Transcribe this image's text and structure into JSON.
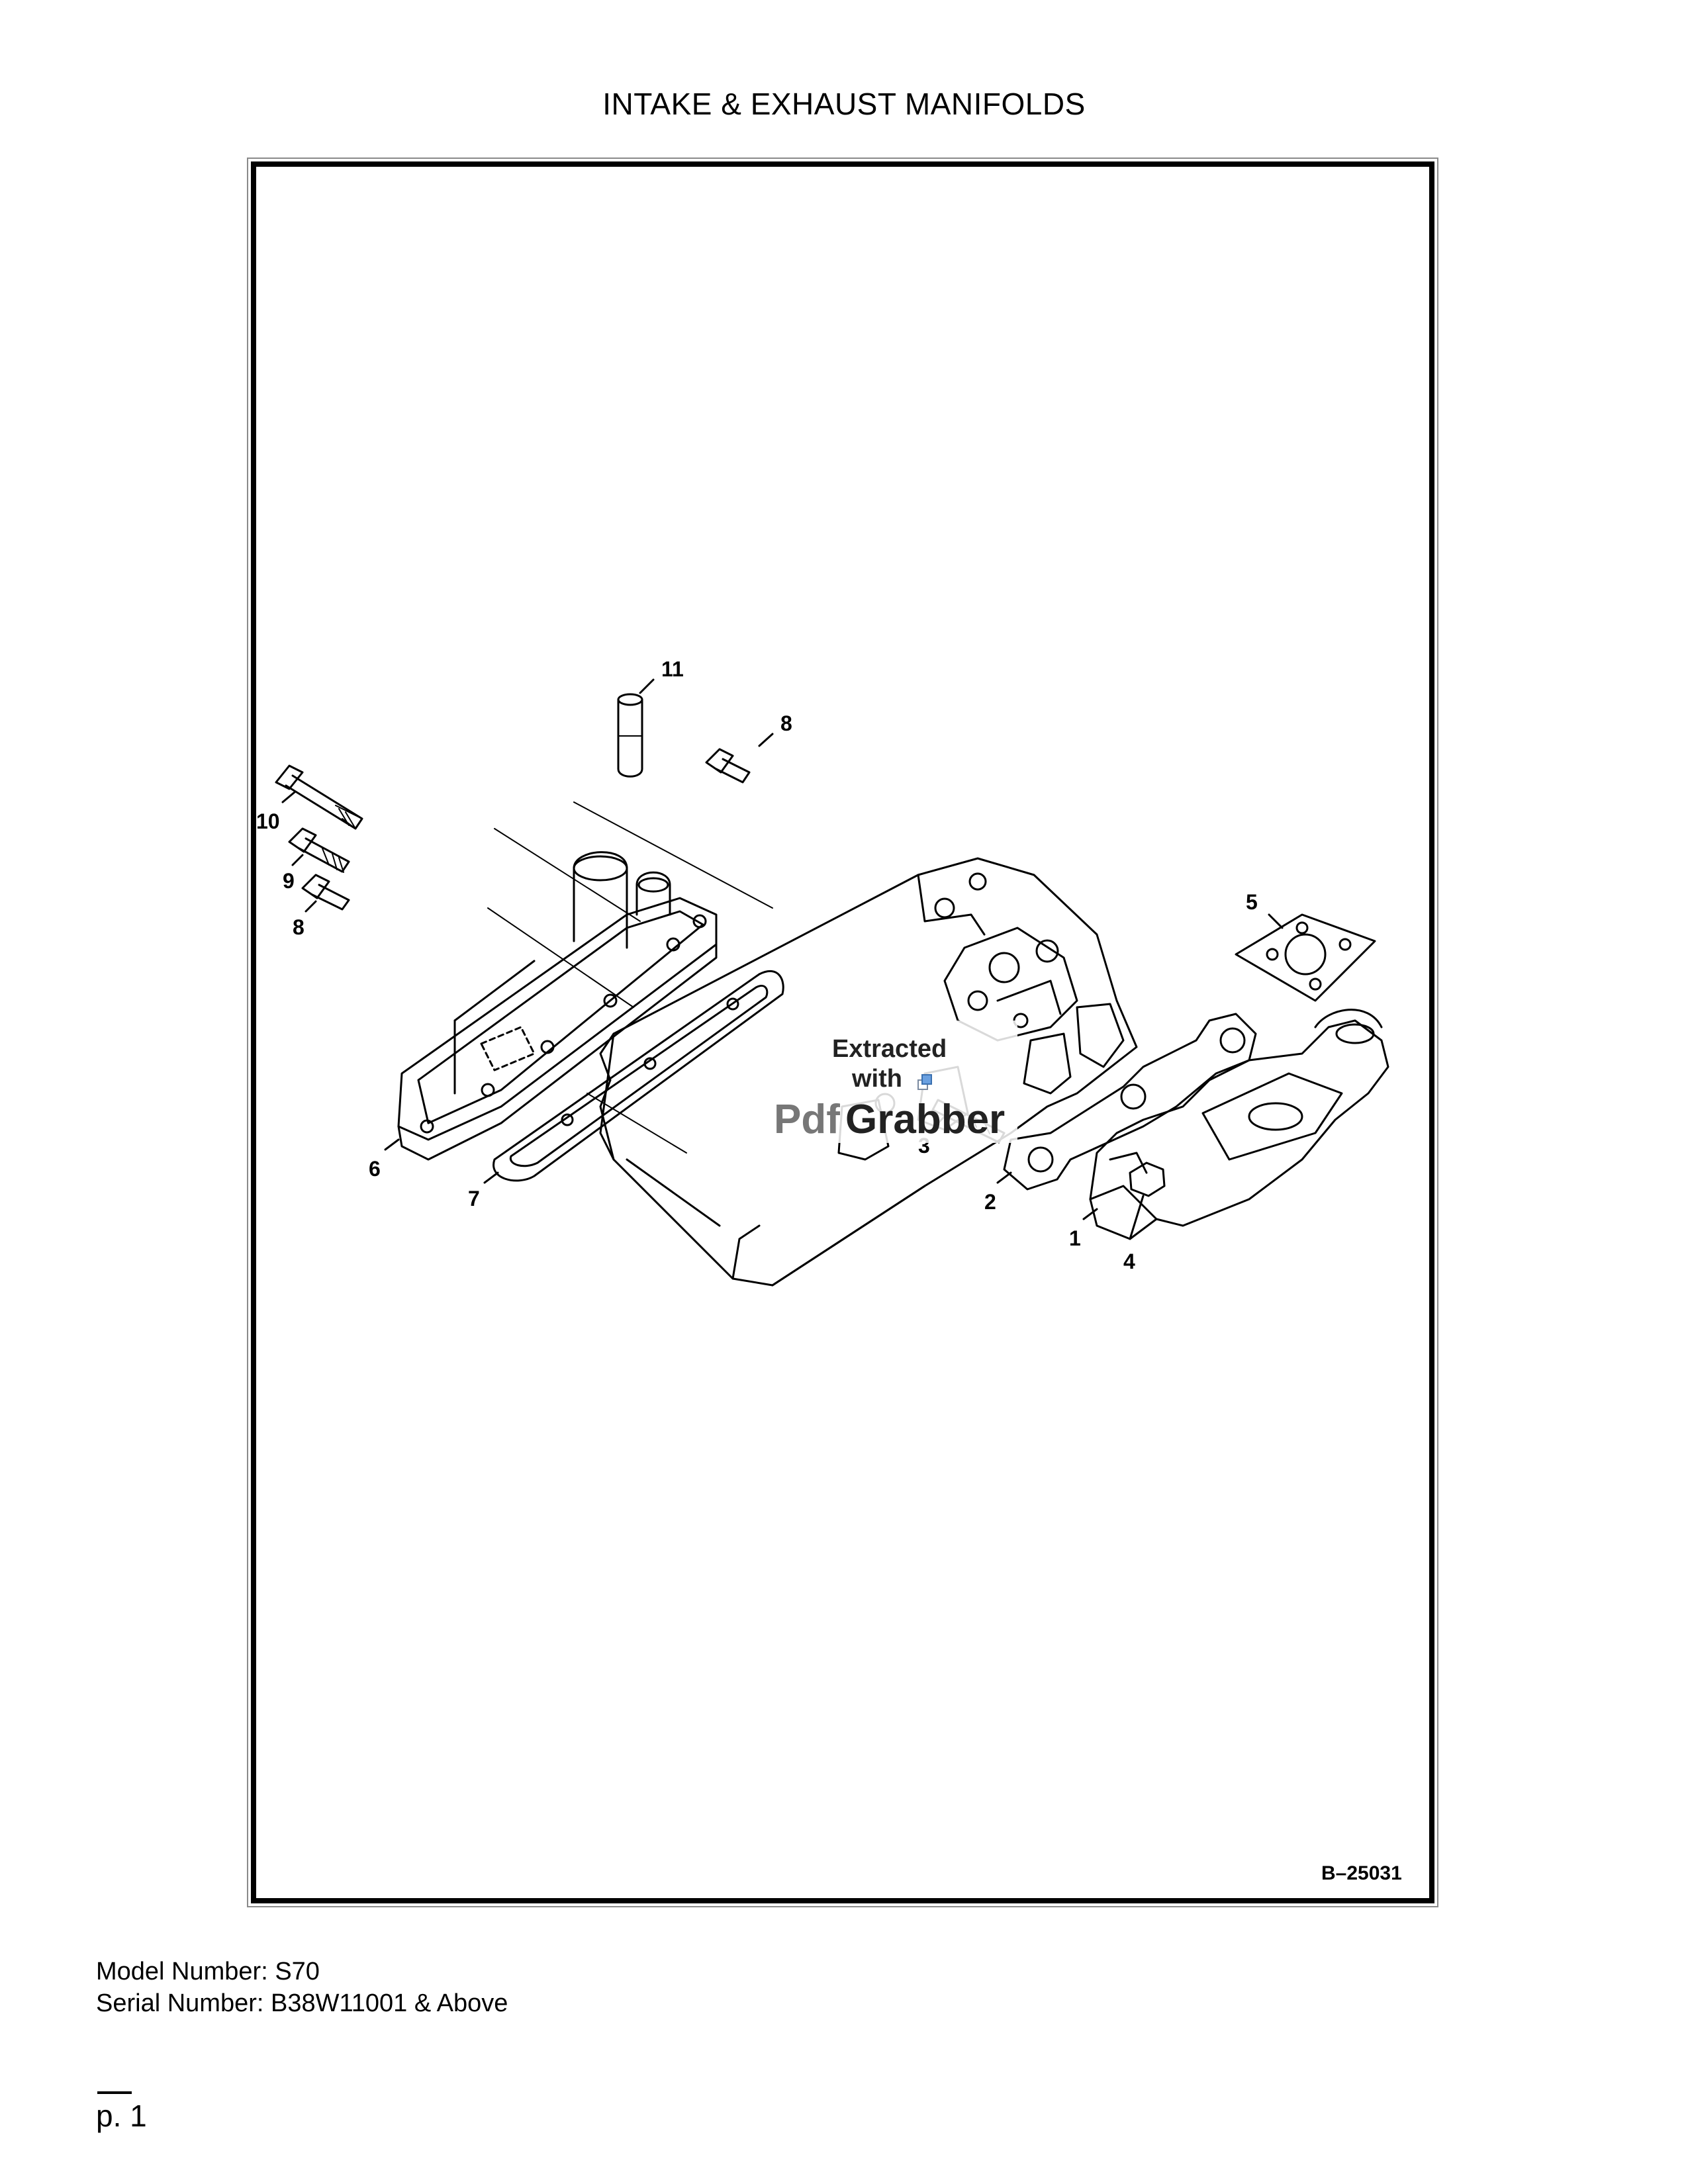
{
  "page": {
    "title": "INTAKE & EXHAUST MANIFOLDS",
    "figure_id": "B–25031",
    "model_line": "Model Number: S70",
    "serial_line": "Serial Number: B38W11001 & Above",
    "page_number": "p. 1"
  },
  "callouts": {
    "c1": "1",
    "c2": "2",
    "c3": "3",
    "c4": "4",
    "c5": "5",
    "c6": "6",
    "c7": "7",
    "c8a": "8",
    "c8b": "8",
    "c9": "9",
    "c10": "10",
    "c11": "11"
  },
  "watermark": {
    "line1": "Extracted",
    "line2": "with",
    "brand_a": "Pdf",
    "brand_b": "Grabber"
  }
}
